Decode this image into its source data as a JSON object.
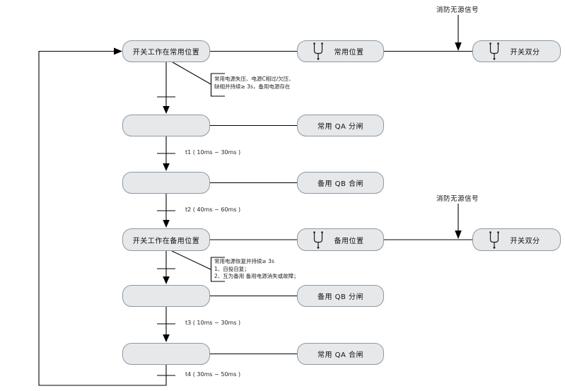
{
  "boxes": {
    "switch_at_normal": "开关工作在常用位置",
    "normal_position": "常用位置",
    "switch_double_open_top": "开关双分",
    "normal_qa_open": "常用 QA 分闸",
    "backup_qb_close": "备用 QB 合闸",
    "switch_at_backup": "开关工作在备用位置",
    "backup_position": "备用位置",
    "switch_double_open_bottom": "开关双分",
    "backup_qb_open": "备用 QB 分闸",
    "normal_qa_close": "常用 QA 合闸"
  },
  "signals": {
    "fire_top": "消防无源信号",
    "fire_bottom": "消防无源信号"
  },
  "timers": {
    "t1": "t1 ( 10ms ~ 30ms )",
    "t2": "t2 ( 40ms ~ 60ms )",
    "t3": "t3 ( 10ms ~ 30ms )",
    "t4": "t4 ( 30ms ~ 50ms )"
  },
  "notes": {
    "to_backup": {
      "line1": "常用电源失压、电源C相过/欠压、",
      "line2": "缺相并持续≥ 3s，备用电源存在"
    },
    "to_normal": {
      "line1": "常用电源恢复并持续≥ 3s",
      "line2": "1、自投自复；",
      "line3": "2、互为备用  备用电源消失或故障；"
    }
  },
  "colors": {
    "box_fill": "#e7e8e9",
    "box_border": "#8b99a5",
    "line": "#000000",
    "text": "#111111"
  }
}
